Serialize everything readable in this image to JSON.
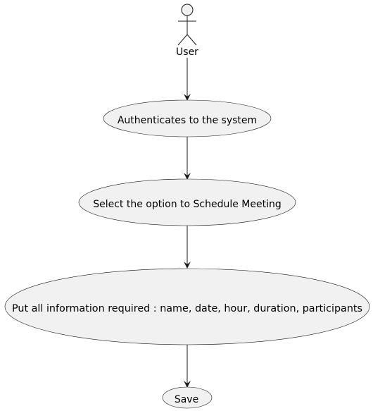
{
  "actor": {
    "label": "User"
  },
  "use_cases": [
    {
      "label": "Authenticates to the system"
    },
    {
      "label": "Select the option to Schedule Meeting"
    },
    {
      "label": "Put all information required : name, date, hour, duration, participants"
    },
    {
      "label": "Save"
    }
  ],
  "colors": {
    "node_fill": "#f1f1f1",
    "node_stroke": "#181818",
    "arrow": "#181818"
  }
}
